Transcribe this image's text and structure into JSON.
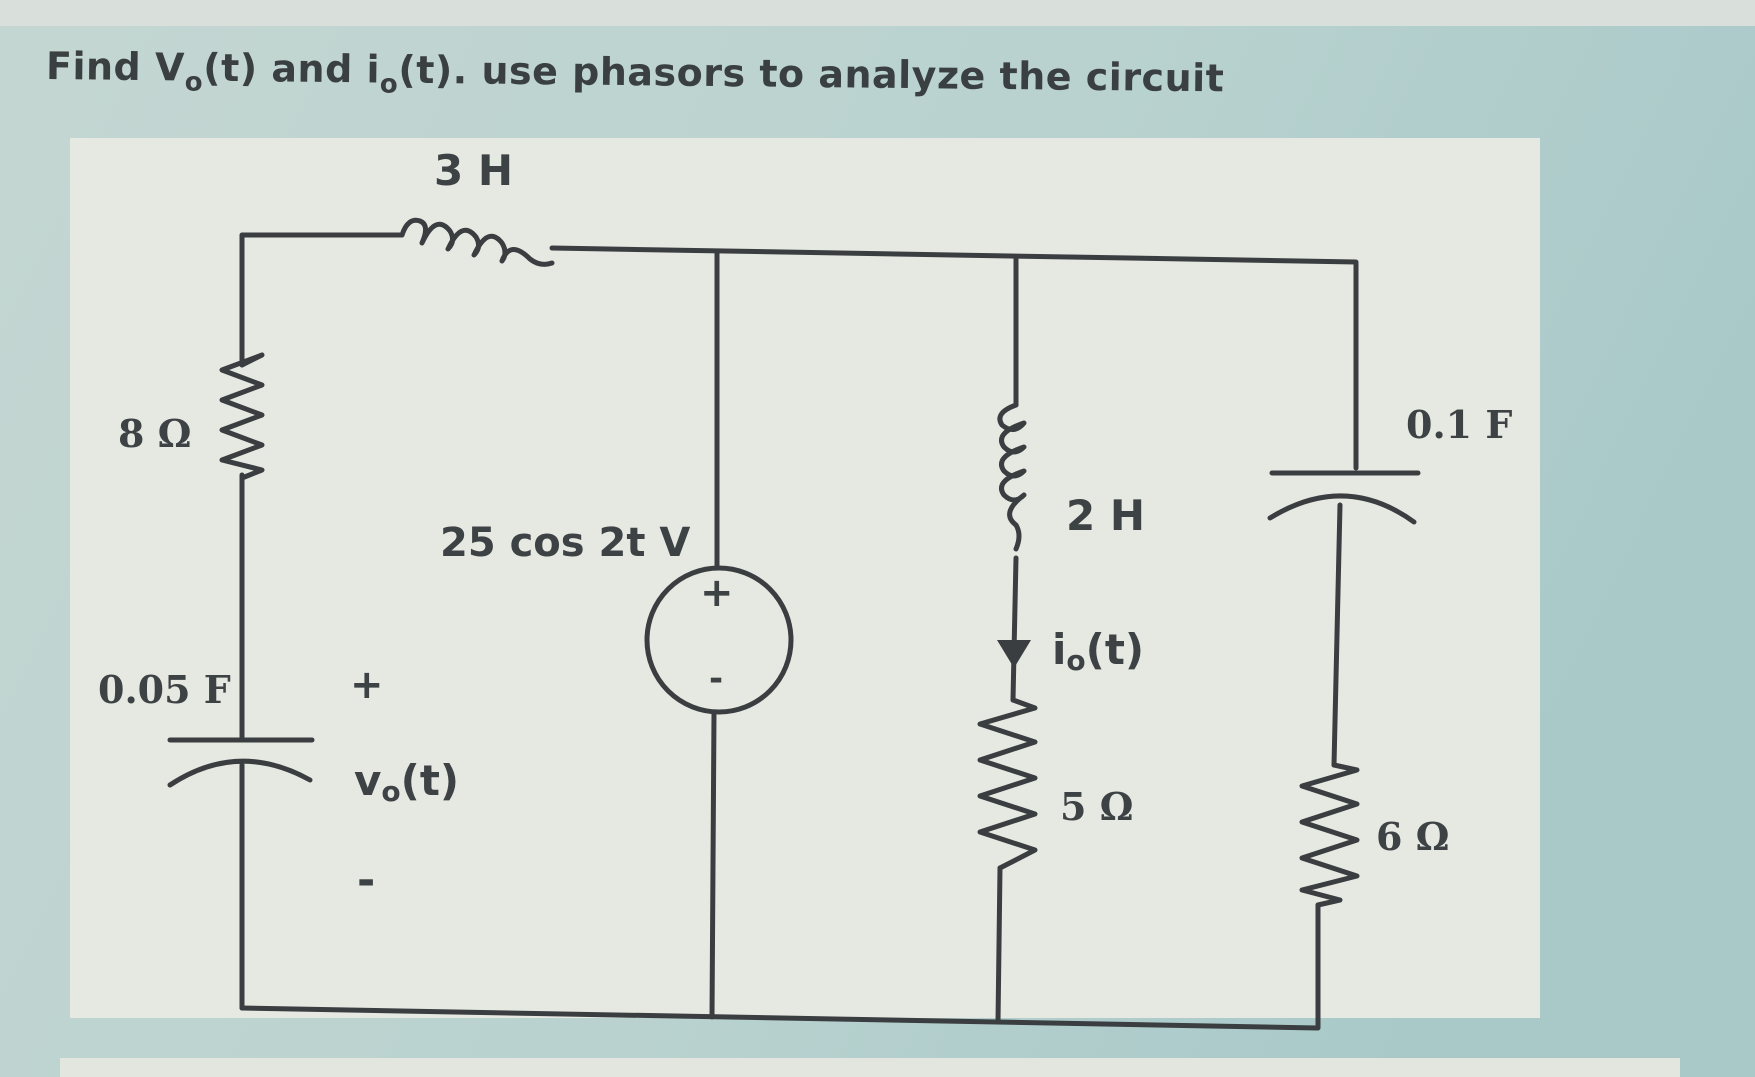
{
  "question": {
    "part1": "Find V",
    "sub1": "o",
    "part2": "(t) and i",
    "sub2": "o",
    "part3": "(t). use phasors to analyze the circuit"
  },
  "components": {
    "inductor_top": "3 H",
    "resistor_left": "8 Ω",
    "capacitor_left": "0.05 F",
    "vo_plus": "+",
    "vo_label": "v",
    "vo_sub": "o",
    "vo_tail": "(t)",
    "vo_minus": "-",
    "source_label": "25 cos 2t V",
    "source_plus": "+",
    "source_minus": "-",
    "inductor_mid": "2 H",
    "io_label": "i",
    "io_sub": "o",
    "io_tail": "(t)",
    "resistor_mid": "5 Ω",
    "capacitor_right": "0.1 F",
    "resistor_right": "6 Ω"
  },
  "colors": {
    "background": "#bcd2cf",
    "panel": "#e6e8e2",
    "wire": "#3a3e40",
    "text": "#3d4244"
  }
}
